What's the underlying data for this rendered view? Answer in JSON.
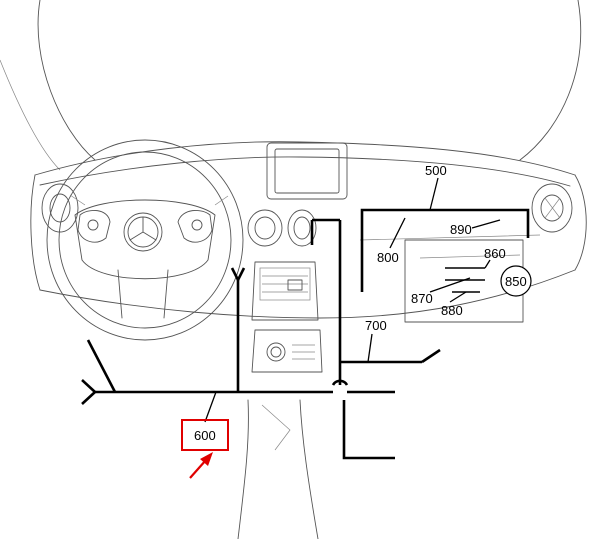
{
  "labels": {
    "l500": "500",
    "l600": "600",
    "l700": "700",
    "l800": "800",
    "l850": "850",
    "l860": "860",
    "l870": "870",
    "l880": "880",
    "l890": "890"
  },
  "colors": {
    "line": "#000000",
    "sketch": "#555555",
    "highlight": "#e00000"
  }
}
